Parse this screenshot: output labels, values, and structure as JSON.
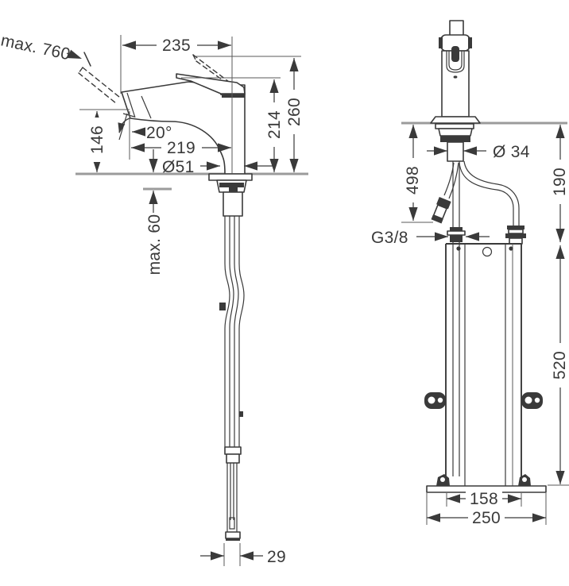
{
  "drawing": {
    "kind": "faucet installation dimension drawing",
    "colors": {
      "line": "#3a3a3a",
      "surface_line": "#9b9b9b",
      "background": "#ffffff"
    },
    "left_view": {
      "dims": {
        "max_pullout": "max. 760",
        "reach_total": "235",
        "height_open": "260",
        "height_closed": "214",
        "spout_height": "146",
        "spout_angle": "20°",
        "reach": "219",
        "base_diameter": "Ø51",
        "max_counter_thickness": "max. 60",
        "hose_end_width": "29"
      }
    },
    "right_view": {
      "dims": {
        "shank_diameter": "Ø 34",
        "hose_length": "498",
        "clearance_below": "190",
        "thread": "G3/8",
        "frame_height": "520",
        "frame_width": "158",
        "base_width": "250"
      }
    }
  }
}
